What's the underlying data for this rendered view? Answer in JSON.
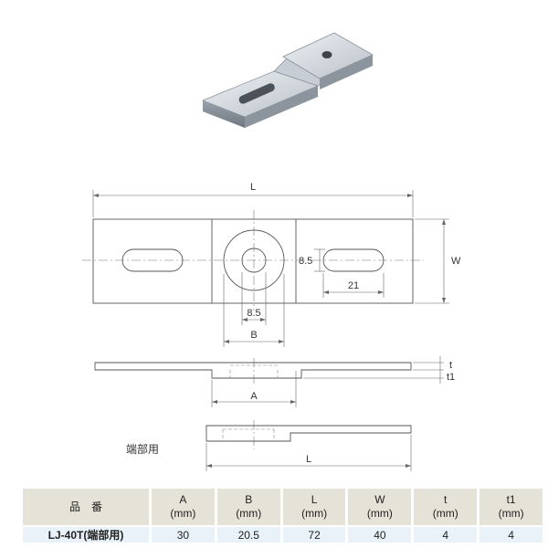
{
  "labels": {
    "L": "L",
    "W": "W",
    "B": "B",
    "A": "A",
    "t": "t",
    "t1": "t1",
    "dim_85_h": "8.5",
    "dim_85_v": "8.5",
    "dim_21": "21",
    "L_bottom": "L",
    "A_bottom": "A"
  },
  "section_label": "端部用",
  "table": {
    "headers": [
      {
        "line1": "品　番",
        "line2": ""
      },
      {
        "line1": "A",
        "line2": "(mm)"
      },
      {
        "line1": "B",
        "line2": "(mm)"
      },
      {
        "line1": "L",
        "line2": "(mm)"
      },
      {
        "line1": "W",
        "line2": "(mm)"
      },
      {
        "line1": "t",
        "line2": "(mm)"
      },
      {
        "line1": "t1",
        "line2": "(mm)"
      }
    ],
    "rows": [
      [
        "LJ-40T(端部用)",
        "30",
        "20.5",
        "72",
        "40",
        "4",
        "4"
      ]
    ]
  },
  "colors": {
    "line": "#555555",
    "dim": "#666666",
    "plate_light": "#d8dde3",
    "plate_mid": "#aeb6c0",
    "plate_dark": "#7d858f",
    "header_bg": "#e5e2d8",
    "row_bg": "#e8f2f8"
  }
}
